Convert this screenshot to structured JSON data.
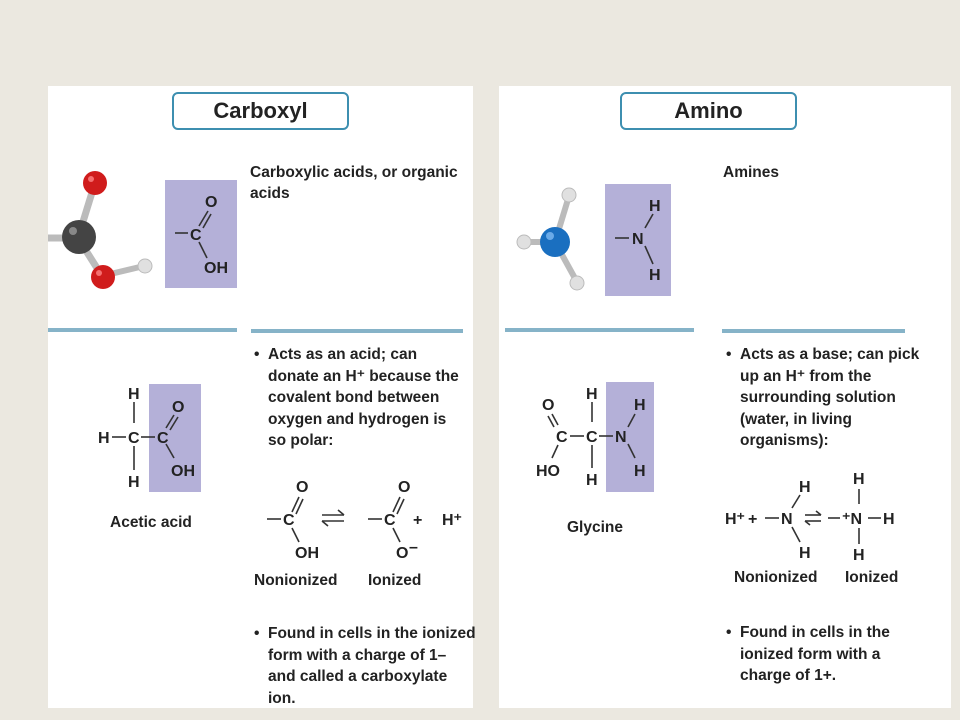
{
  "carboxyl": {
    "header": "Carboxyl",
    "class_name": "Carboxylic acids, or organic acids",
    "bullets": [
      "Acts as an acid; can donate an H⁺ because the covalent bond between oxygen and hydrogen is so polar:",
      "Found in cells in the ionized form with a charge of 1– and called a carboxylate ion."
    ],
    "example_name": "Acetic acid",
    "state_labels": [
      "Nonionized",
      "Ionized"
    ],
    "structure_atoms": {
      "O": "O",
      "C": "C",
      "OH": "OH",
      "H": "H",
      "O_minus": "O",
      "minus": "–",
      "H_plus": "H⁺",
      "plus": "+"
    }
  },
  "amino": {
    "header": "Amino",
    "class_name": "Amines",
    "bullets": [
      "Acts as a base; can pick up an H⁺ from the surrounding solution (water, in living organisms):",
      "Found in cells in the ionized form with a charge of 1+."
    ],
    "example_name": "Glycine",
    "state_labels": [
      "Nonionized",
      "Ionized"
    ],
    "structure_atoms": {
      "H": "H",
      "N": "N",
      "plus_N": "⁺N",
      "C": "C",
      "O": "O",
      "HO": "HO",
      "H_plus": "H⁺",
      "plus": "+"
    }
  },
  "colors": {
    "highlight": "#b4b0d8",
    "header_border": "#3d8fb0",
    "divider": "#86b3c8",
    "oxygen": "#d01c1c",
    "carbon": "#444444",
    "nitrogen": "#1a6fc0",
    "hydrogen": "#e0e0e0",
    "background": "#ebe8e0"
  },
  "icons": [
    "carboxyl-ball-and-stick-model",
    "amino-ball-and-stick-model",
    "equilibrium-arrows-icon"
  ]
}
